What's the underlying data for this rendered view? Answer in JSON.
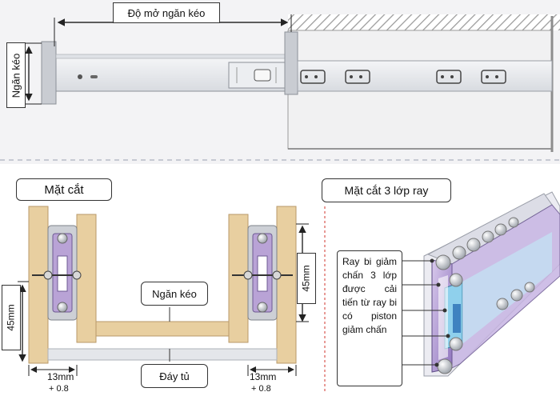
{
  "top_view": {
    "opening_label": "Độ mở ngăn kéo",
    "drawer_label": "Ngăn kéo"
  },
  "cross_section": {
    "title": "Mặt cắt",
    "drawer_label": "Ngăn kéo",
    "bottom_label": "Đáy tủ",
    "height_left": "45mm",
    "height_right": "45mm",
    "gap_left": "13mm",
    "tol_left": "+ 0.8",
    "gap_right": "13mm",
    "tol_right": "+ 0.8"
  },
  "rail_section": {
    "title": "Mặt cắt 3 lớp ray",
    "note": "Ray bi giảm chấn 3 lớp được cải tiến từ ray bi có piston giảm chấn"
  },
  "colors": {
    "wood": "#e8cfa0",
    "wood_edge": "#b89a6a",
    "metal": "#e4e6ea",
    "rail_purple": "#b9a3d6",
    "dim_red": "#d0342c"
  }
}
